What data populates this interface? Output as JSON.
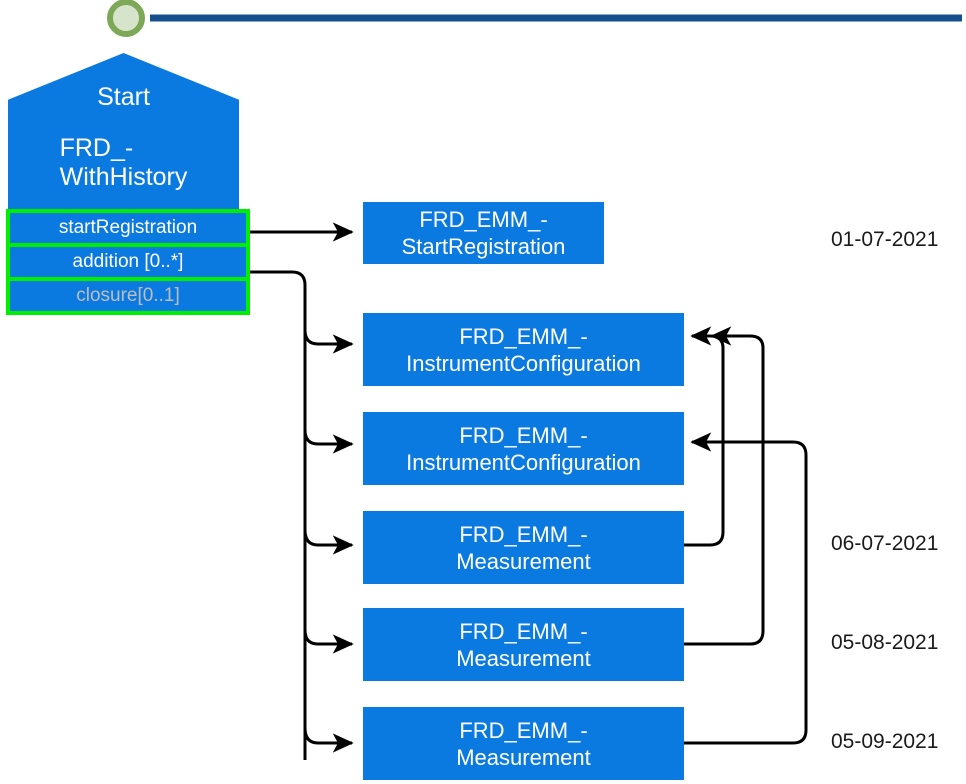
{
  "diagram": {
    "title": "FRD_WithHistory registration timeline",
    "colors": {
      "node_blue": "#0b7ae0",
      "port_border_green": "#00ee00",
      "start_circle_stroke": "#7da857",
      "start_circle_fill": "#d6e4cc",
      "top_rule_navy": "#15508c",
      "connector_black": "#000000",
      "muted_text": "#bdbdbd",
      "node_text": "#ffffff",
      "date_text": "#1b1b1b"
    },
    "start_marker": {
      "icon": "start-circle-icon",
      "label": ""
    },
    "top_rule": {
      "icon": "horizontal-rule-icon"
    },
    "start_node": {
      "title": "Start",
      "subtitle_line1": "FRD_-",
      "subtitle_line2": "WithHistory",
      "ports": [
        {
          "label": "startRegistration",
          "muted": false
        },
        {
          "label": "addition [0..*]",
          "muted": false
        },
        {
          "label": "closure[0..1]",
          "muted": true
        }
      ]
    },
    "events": [
      {
        "line1": "FRD_EMM_-",
        "line2": "StartRegistration"
      },
      {
        "line1": "FRD_EMM_-",
        "line2": "InstrumentConfiguration"
      },
      {
        "line1": "FRD_EMM_-",
        "line2": "InstrumentConfiguration"
      },
      {
        "line1": "FRD_EMM_-",
        "line2": "Measurement"
      },
      {
        "line1": "FRD_EMM_-",
        "line2": "Measurement"
      },
      {
        "line1": "FRD_EMM_-",
        "line2": "Measurement"
      }
    ],
    "dates": [
      {
        "value": "01-07-2021"
      },
      {
        "value": "06-07-2021"
      },
      {
        "value": "05-08-2021"
      },
      {
        "value": "05-09-2021"
      }
    ]
  }
}
